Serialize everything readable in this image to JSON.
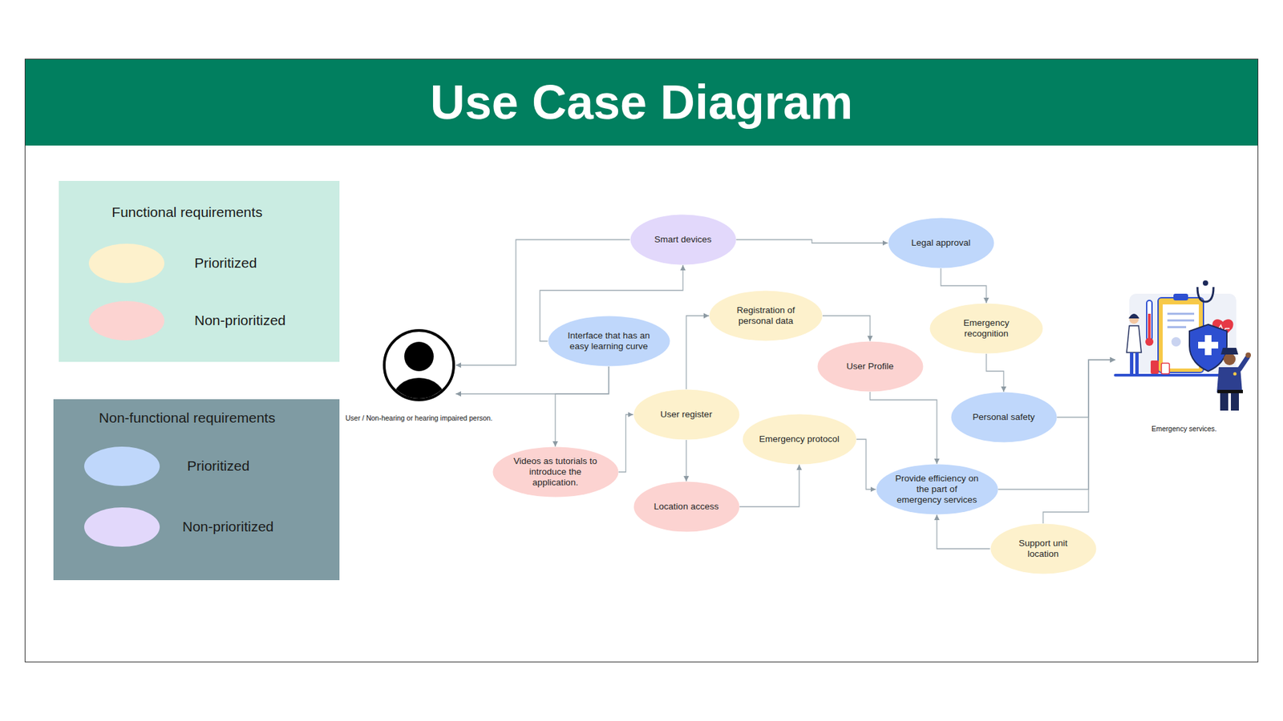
{
  "diagram": {
    "title": "Use Case Diagram",
    "nodes": [
      {
        "text": [
          "User / Non-hearing or hearing impaired person."
        ]
      },
      {
        "text": [
          "Smart devices"
        ]
      },
      {
        "text": [
          "Legal approval"
        ]
      },
      {
        "text": [
          "Registration of personal data"
        ]
      },
      {
        "text": [
          "Interface that has an easy learning curve"
        ]
      },
      {
        "text": [
          "Emergency recognition"
        ]
      },
      {
        "text": [
          "User Profile"
        ]
      },
      {
        "text": [
          "User register"
        ]
      },
      {
        "text": [
          "Personal safety"
        ]
      },
      {
        "text": [
          "Emergency protocol"
        ]
      },
      {
        "text": [
          "Videos as tutorials to introduce the application."
        ]
      },
      {
        "text": [
          "Provide efficiency on the part of emergency services"
        ]
      },
      {
        "text": [
          "Location access"
        ]
      },
      {
        "text": [
          "Support unit location"
        ]
      },
      {
        "text": [
          "Emergency services."
        ]
      }
    ],
    "edges": [
      {
        "from": 1,
        "to": 0,
        "arrow": "to"
      },
      {
        "from": 1,
        "to": 2,
        "arrow": "to"
      },
      {
        "from": 4,
        "to": 1,
        "arrow": "to"
      },
      {
        "from": 4,
        "to": 0,
        "arrow": "to"
      },
      {
        "from": 4,
        "to": 10,
        "arrow": "to"
      },
      {
        "from": 10,
        "to": 7,
        "arrow": "to"
      },
      {
        "from": 7,
        "to": 3,
        "arrow": "to"
      },
      {
        "from": 7,
        "to": 12,
        "arrow": "to"
      },
      {
        "from": 3,
        "to": 6,
        "arrow": "to"
      },
      {
        "from": 12,
        "to": 9,
        "arrow": "to"
      },
      {
        "from": 9,
        "to": 11,
        "arrow": "to"
      },
      {
        "from": 6,
        "to": 11,
        "arrow": "to"
      },
      {
        "from": 2,
        "to": 5,
        "arrow": "to"
      },
      {
        "from": 5,
        "to": 8,
        "arrow": "to"
      },
      {
        "from": 8,
        "to": 14,
        "arrow": "to"
      },
      {
        "from": 11,
        "to": 14,
        "arrow": "to"
      },
      {
        "from": 13,
        "to": 11,
        "arrow": "to"
      },
      {
        "from": 13,
        "to": 14,
        "arrow": "to"
      }
    ],
    "labels": [
      "Functional requirements",
      "Non-functional requirements"
    ],
    "legend": [
      {
        "text": "Prioritized",
        "color": "#fdf1cc"
      },
      {
        "text": "Non-prioritized",
        "color": "#fcd3d1"
      },
      {
        "text": "Prioritized",
        "color": "#bfd7fb"
      },
      {
        "text": "Non-prioritized",
        "color": "#e2d8fb"
      }
    ]
  }
}
